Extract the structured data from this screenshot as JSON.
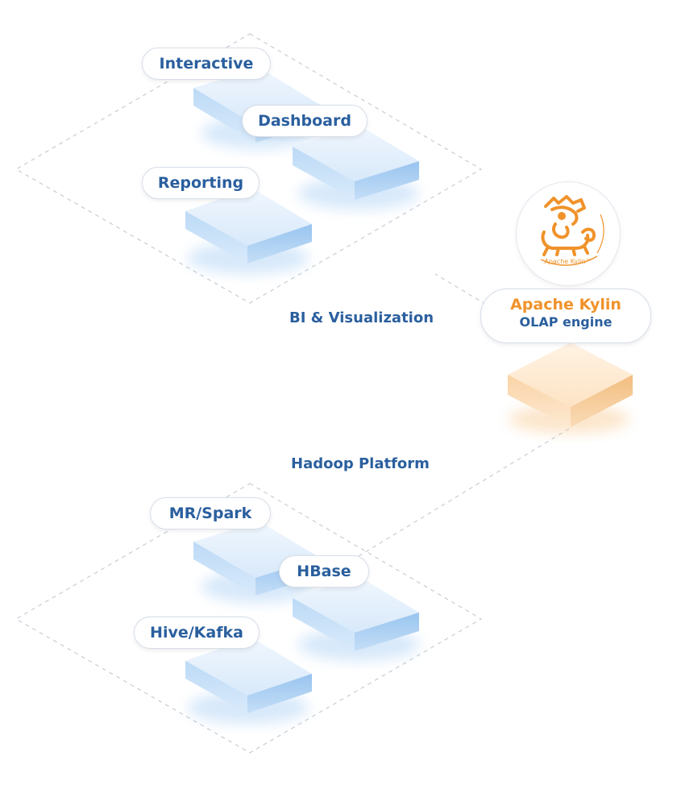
{
  "top_layer": {
    "blocks": [
      "Interactive",
      "Dashboard",
      "Reporting"
    ],
    "label": "BI & Visualization"
  },
  "bottom_layer": {
    "blocks": [
      "MR/Spark",
      "HBase",
      "Hive/Kafka"
    ],
    "label": "Hadoop Platform"
  },
  "kylin": {
    "name": "Apache Kylin",
    "subtitle": "OLAP engine",
    "logo_text": "Apache Kylin™"
  },
  "colors": {
    "accent_blue": "#2a5f9e",
    "kylin_orange": "#f0922a",
    "block_top": "#e4f0fc",
    "block_side": "#a7cdf2",
    "orange_block_top": "#fde7cc",
    "orange_block_side": "#f2c38e"
  }
}
